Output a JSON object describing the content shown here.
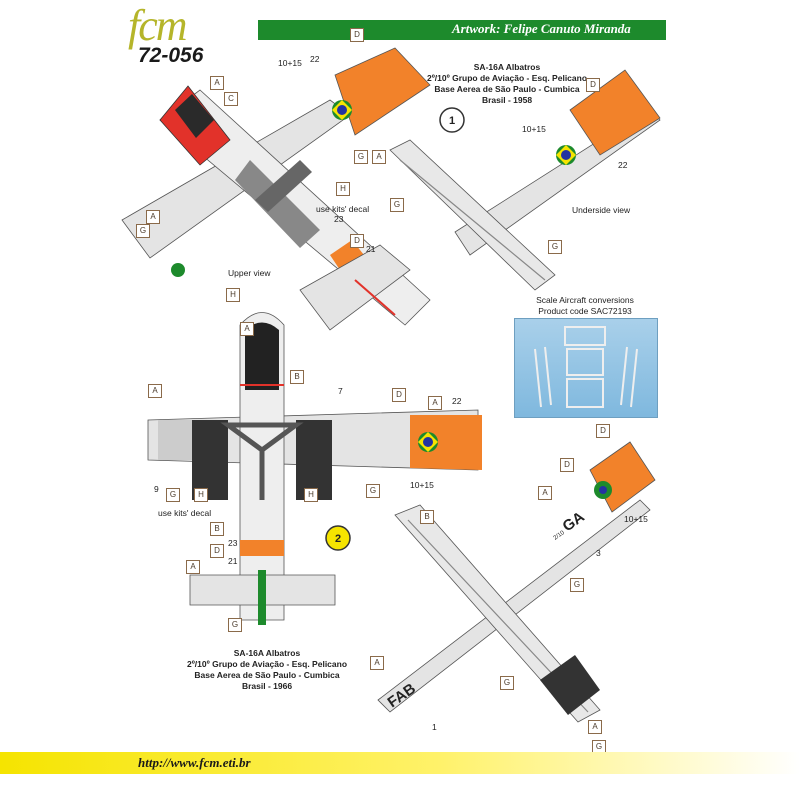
{
  "header": {
    "brand": "fcm",
    "code": "72-056",
    "artwork_label": "Artwork:",
    "artist": "Felipe Canuto Miranda"
  },
  "footer": {
    "url": "http://www.fcm.eti.br"
  },
  "scheme1": {
    "number": "1",
    "caption": [
      "SA-16A Albatros",
      "2º/10º Grupo de Aviação - Esq. Pelicano",
      "Base Aerea de São Paulo - Cumbica",
      "Brasil - 1958"
    ],
    "views": {
      "upper": "Upper view",
      "under": "Underside view"
    },
    "kits_note": "use kits' decal"
  },
  "scheme2": {
    "number": "2",
    "caption": [
      "SA-16A Albatros",
      "2º/10º Grupo de Aviação - Esq. Pelicano",
      "Base Aerea de São Paulo - Cumbica",
      "Brasil - 1966"
    ],
    "kits_note": "use kits' decal",
    "markings": {
      "fab": "FAB",
      "code": "GA",
      "small": "2/10"
    }
  },
  "conversion": {
    "line1": "Scale Aircraft conversions",
    "line2": "Product code SAC72193"
  },
  "labels": {
    "a": "A",
    "b": "B",
    "c": "C",
    "d": "D",
    "g": "G",
    "h": "H",
    "n1": "1",
    "n3": "3",
    "n7": "7",
    "n9": "9",
    "n21": "21",
    "n22": "22",
    "n23": "23",
    "n1015": "10+15"
  },
  "colors": {
    "orange": "#f2822a",
    "green": "#1d8a2c",
    "yellow": "#f5e400",
    "red": "#e2322a",
    "grey": "#e4e4e4",
    "dark": "#2a2a2a"
  }
}
